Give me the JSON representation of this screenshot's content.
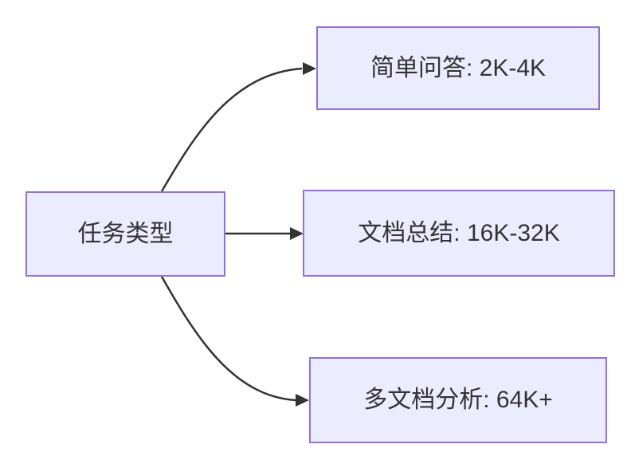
{
  "theme": {
    "node_fill": "#ECECFF",
    "node_border": "#9370DB",
    "edge_color": "#333333",
    "text_color": "#333333",
    "background": "#FFFFFF"
  },
  "diagram": {
    "type": "flowchart-left-to-right",
    "source_node": {
      "label": "任务类型"
    },
    "target_nodes": [
      {
        "label": "简单问答: 2K-4K"
      },
      {
        "label": "文档总结: 16K-32K"
      },
      {
        "label": "多文档分析: 64K+"
      }
    ],
    "edges": [
      {
        "from": "任务类型",
        "to": "简单问答: 2K-4K"
      },
      {
        "from": "任务类型",
        "to": "文档总结: 16K-32K"
      },
      {
        "from": "任务类型",
        "to": "多文档分析: 64K+"
      }
    ]
  }
}
